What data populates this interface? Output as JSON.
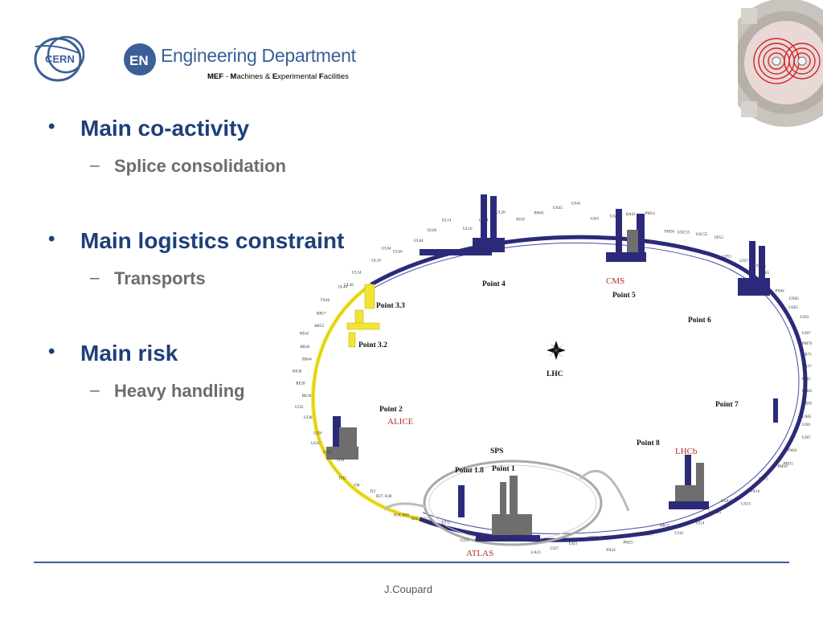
{
  "header": {
    "dept_title": "Engineering Department",
    "dept_sub_parts": [
      "MEF",
      " - ",
      "M",
      "achines & ",
      "E",
      "xperimental ",
      "F",
      "acilities"
    ],
    "cern_logo_text": "CERN",
    "en_logo_text": "EN"
  },
  "bullets": [
    {
      "text": "Main co-activity",
      "sub": "Splice consolidation"
    },
    {
      "text": "Main logistics constraint",
      "sub": "Transports"
    },
    {
      "text": "Main risk",
      "sub": "Heavy handling"
    }
  ],
  "bullet_symbol": "•",
  "sub_symbol": "–",
  "map": {
    "ring_label": "LHC",
    "sps_label": "SPS",
    "points": [
      "Point 1",
      "Point 1.8",
      "Point 2",
      "Point 3.2",
      "Point 3.3",
      "Point 4",
      "Point 5",
      "Point 6",
      "Point 7",
      "Point 8"
    ],
    "experiments": [
      "ATLAS",
      "ALICE",
      "CMS",
      "LHCb"
    ],
    "structure_labels": [
      "PZ45",
      "PM45",
      "UX45",
      "US45",
      "UJ43",
      "UA43",
      "RA43",
      "PM54",
      "PM56",
      "UXC55",
      "USC55",
      "UP53",
      "UJ53",
      "UJ57",
      "PM65",
      "PZ65",
      "PX64",
      "UX65",
      "US65",
      "UJ63",
      "UJ67",
      "PM76",
      "RR73",
      "RR77",
      "PZ85",
      "PM85",
      "UX85",
      "US85",
      "UJ83",
      "UJ87",
      "PX84",
      "PM15",
      "PM18",
      "PX15",
      "PX16",
      "UX15",
      "USA15",
      "ULX15",
      "UJ14",
      "UJ16",
      "RR13",
      "RR17",
      "PM25",
      "PX24",
      "UX25",
      "UJ23",
      "UJ27",
      "UA23",
      "UA27",
      "PZ33",
      "PM32",
      "UJ33",
      "TZ32",
      "RZ33",
      "R32, R31",
      "R34, R36",
      "R37, R38",
      "TI2",
      "TI8",
      "TI12",
      "TI18",
      "UJ22",
      "UJ24",
      "UJ26",
      "UJ28",
      "UJ32",
      "RE18",
      "RE28",
      "RE38",
      "RB44",
      "RB46",
      "RE42",
      "RR53",
      "RR57",
      "TX46",
      "UL44",
      "UL46",
      "UL54",
      "UL56",
      "UL64",
      "UL66",
      "UL84",
      "UL86",
      "UL14",
      "UL16",
      "UL24",
      "UL26"
    ]
  },
  "footer": {
    "author": "J.Coupard"
  },
  "colors": {
    "title_blue": "#1f3f7a",
    "sub_gray": "#6d6d6d",
    "ring_navy": "#2b2a7a",
    "ring_yellow": "#f2e530",
    "sps_gray": "#a9a9a9",
    "experiment_red": "#b03030",
    "rule_blue": "#3b5f96"
  }
}
